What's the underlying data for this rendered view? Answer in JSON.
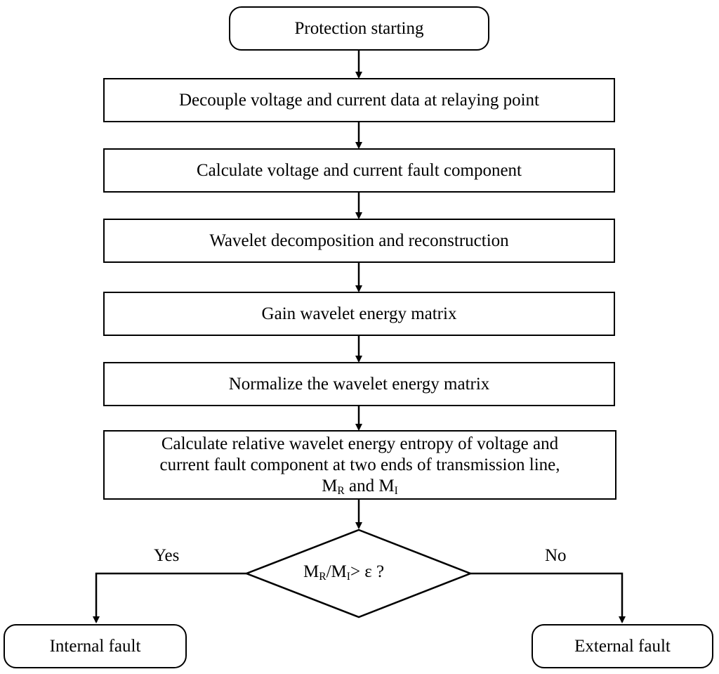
{
  "steps": {
    "start": "Protection starting",
    "decouple": "Decouple voltage and current data at relaying point",
    "fault_component": "Calculate voltage and current fault component",
    "wavelet": "Wavelet decomposition and reconstruction",
    "energy_matrix": "Gain wavelet energy matrix",
    "normalize": "Normalize the wavelet energy matrix",
    "entropy": {
      "line1": "Calculate relative wavelet energy entropy of voltage and",
      "line2": "current fault component at two ends of transmission line,",
      "m": "M",
      "sub_r": "R",
      "and": " and ",
      "sub_i": "I"
    }
  },
  "decision": {
    "m": "M",
    "sub_r": "R",
    "slash": "/",
    "sub_i": "I",
    "rest": "> ε ?",
    "yes_label": "Yes",
    "no_label": "No"
  },
  "outcomes": {
    "internal": "Internal fault",
    "external": "External fault"
  }
}
